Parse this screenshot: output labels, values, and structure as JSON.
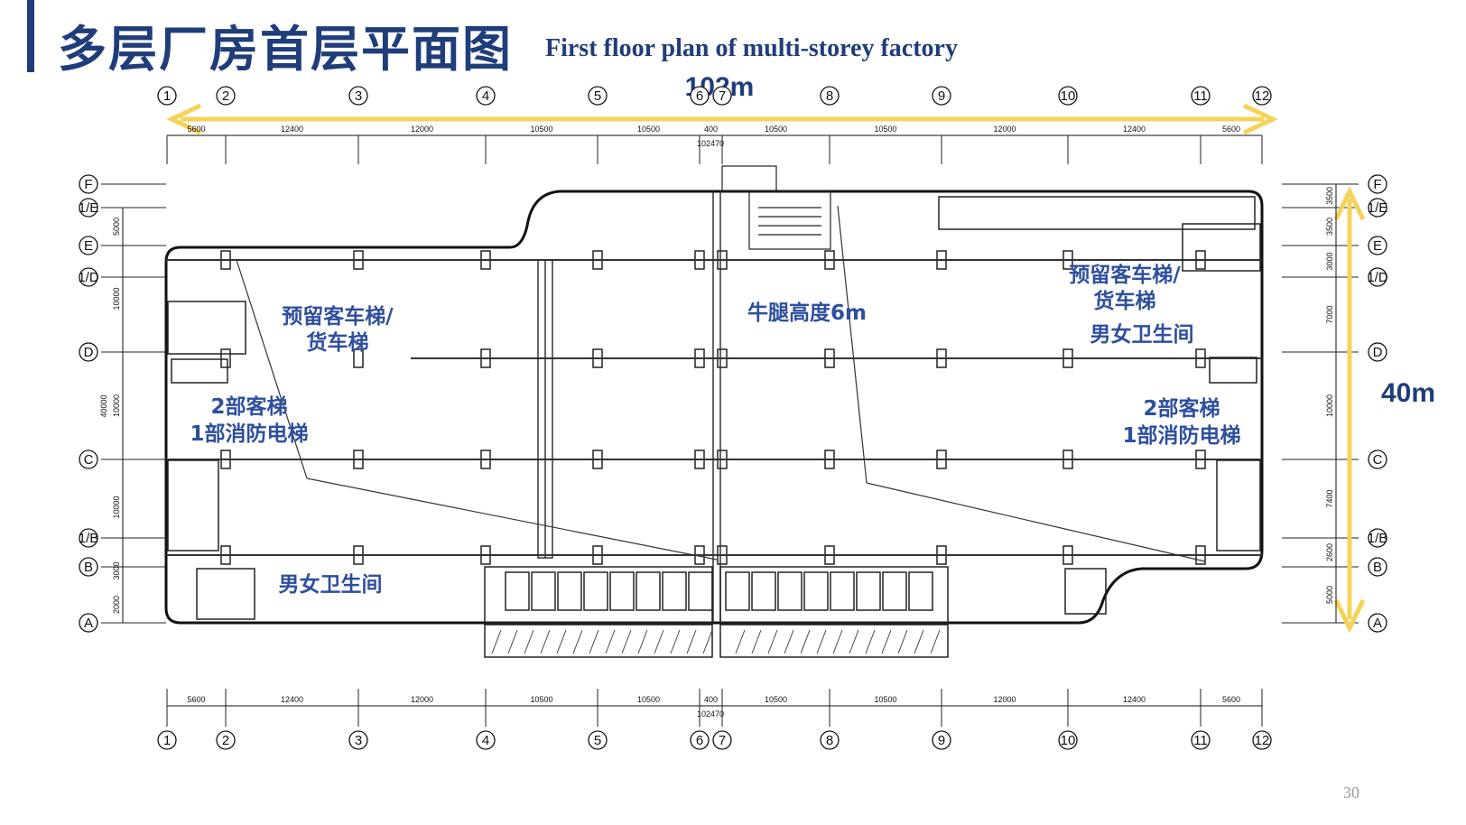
{
  "title": {
    "cn": "多层厂房首层平面图",
    "en": "First floor plan of multi-storey factory"
  },
  "dimensions": {
    "length": "102m",
    "width": "40m"
  },
  "annotations": {
    "elevator_left": [
      "预留客车梯/",
      "货车梯"
    ],
    "elevator_right": [
      "预留客车梯/",
      "货车梯"
    ],
    "corbel": "牛腿高度6m",
    "restroom_left": "男女卫生间",
    "restroom_right": "男女卫生间",
    "lifts_left": [
      "2部客梯",
      "1部消防电梯"
    ],
    "lifts_right": [
      "2部客梯",
      "1部消防电梯"
    ]
  },
  "grid": {
    "columns": [
      "1",
      "2",
      "3",
      "4",
      "5",
      "6",
      "7",
      "8",
      "9",
      "10",
      "11",
      "12"
    ],
    "rows": [
      "F",
      "1/E",
      "E",
      "1/D",
      "D",
      "C",
      "1/B",
      "B",
      "A"
    ],
    "bay_dims": [
      "5600",
      "12400",
      "12000",
      "10500",
      "10500",
      "400",
      "10500",
      "10500",
      "12000",
      "12400",
      "5600"
    ],
    "total_length": "102470",
    "left_dims": [
      "5000",
      "10000",
      "10000",
      "10000",
      "3000",
      "2000"
    ],
    "left_total": "40000",
    "right_dims": [
      "3500",
      "3500",
      "3000",
      "7000",
      "10000",
      "7400",
      "2600",
      "5000"
    ]
  },
  "page_number": "30",
  "colors": {
    "title": "#1f3d7a",
    "annotation": "#2e4f9e",
    "dimension_arrow": "#f5d35a"
  }
}
